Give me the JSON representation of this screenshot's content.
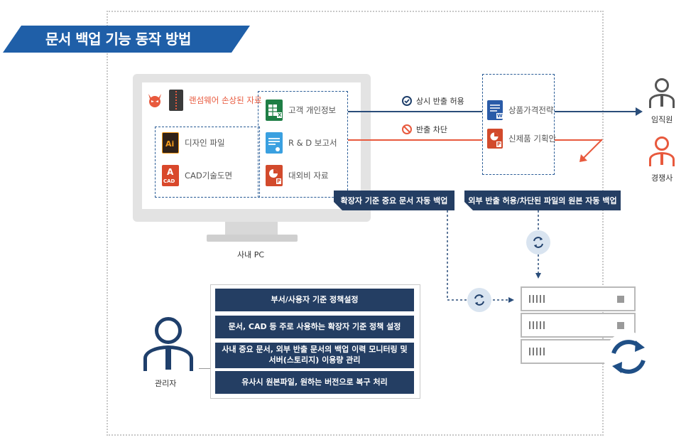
{
  "title": "문서 백업 기능 동작 방법",
  "pc": {
    "caption": "사내 PC",
    "ransomware_file": "랜섬웨어 손상된 자료",
    "files_left": [
      "디자인 파일",
      "CAD기술도면"
    ],
    "files_right": [
      "고객 개인정보",
      "R & D 보고서",
      "대외비 자료"
    ],
    "icons": {
      "ai": "Ai",
      "cad_top": "A",
      "cad_bottom": "CAD",
      "xls": "X",
      "ppt": "P",
      "doc": "W"
    }
  },
  "flows": {
    "allowed": "상시 반출 허용",
    "blocked": "반출 차단"
  },
  "outbound_files": [
    "상품가격전략",
    "신제품 기획안"
  ],
  "badges": {
    "extension_backup": "확장자 기준 중요 문서 자동 백업",
    "outbound_backup": "외부 반출 허용/차단된 파일의 원본 자동 백업"
  },
  "recipients": {
    "employee": "임직원",
    "competitor": "경쟁사"
  },
  "admin": {
    "label": "관리자",
    "policies": [
      "부서/사용자 기준 정책설정",
      "문서, CAD 등 주로 사용하는 확장자 기준 정책 설정",
      "사내 중요 문서, 외부 반출 문서의 백업 이력 모니터링 및 서버(스토리지) 이용량 관리",
      "유사시 원본파일, 원하는 버전으로 복구 처리"
    ]
  },
  "colors": {
    "navy": "#243e63",
    "blue_accent": "#1f5fa8",
    "danger": "#e8593d",
    "allowed_line": "#2a4d7a"
  }
}
